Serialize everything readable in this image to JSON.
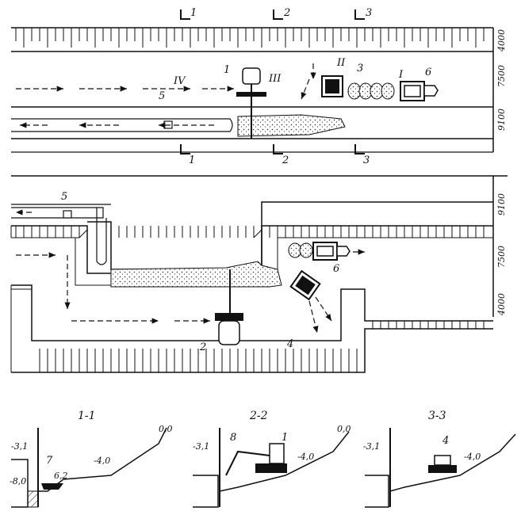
{
  "section_marks": {
    "top": [
      "1",
      "2",
      "3"
    ],
    "bottom": [
      "1",
      "2",
      "3"
    ]
  },
  "plan_top": {
    "dims": [
      "4000",
      "7500",
      "9100"
    ],
    "labels": {
      "crane": "1",
      "dredger": "3",
      "truck": "6",
      "pump": "5",
      "zone_I": "I",
      "zone_II": "II",
      "zone_III": "III",
      "zone_IV": "IV"
    }
  },
  "plan_bottom": {
    "dims": [
      "9100",
      "7500",
      "4000"
    ],
    "labels": {
      "pump": "5",
      "truck": "6",
      "dredger": "4",
      "crane": "2"
    }
  },
  "sections": [
    {
      "title": "1-1",
      "levels": {
        "top": "-3,1",
        "ground": "0,0",
        "bottom": "-4,0",
        "deep": "-8,0",
        "mid": "6,2"
      },
      "callout": "7"
    },
    {
      "title": "2-2",
      "levels": {
        "top": "-3,1",
        "ground": "0,0",
        "bottom": "-4,0"
      },
      "callout": "8",
      "machine": "1"
    },
    {
      "title": "3-3",
      "levels": {
        "top": "-3,1",
        "bottom": "-4,0"
      },
      "machine": "4"
    }
  ]
}
